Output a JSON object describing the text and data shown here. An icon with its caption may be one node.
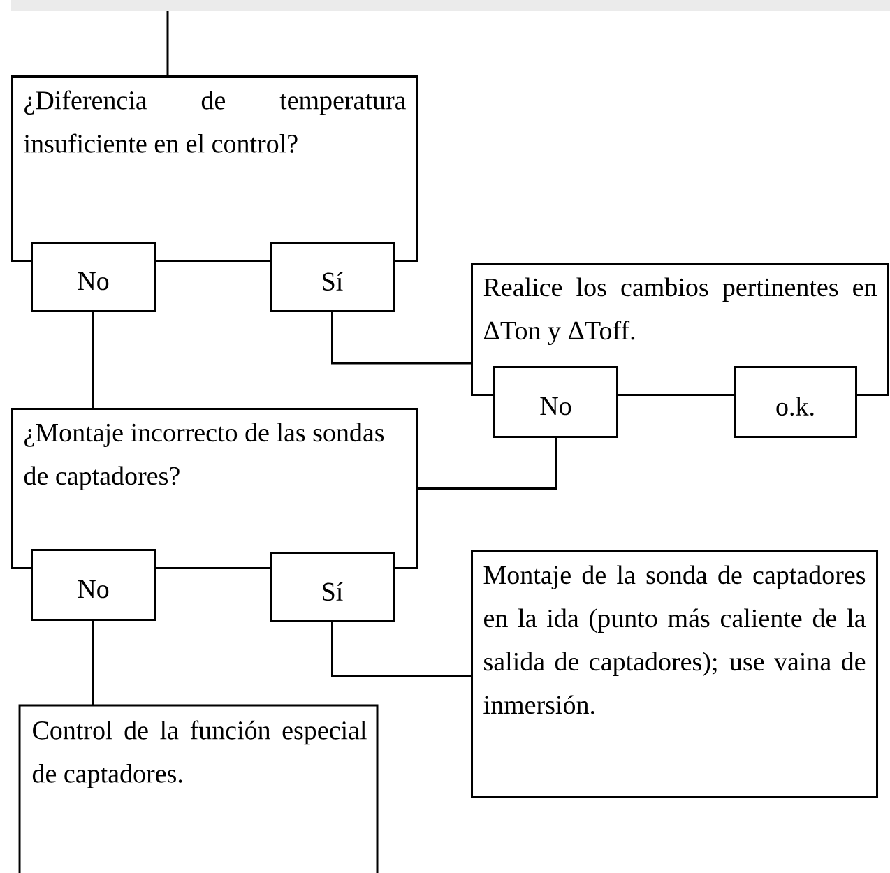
{
  "diagram": {
    "nodes": [
      {
        "text": [
          "¿Diferencia de temperatura insuficiente en el control?"
        ]
      },
      {
        "text": [
          "No"
        ]
      },
      {
        "text": [
          "Sí"
        ]
      },
      {
        "text": [
          "Realice los cambios pertinentes en ΔTon y ΔToff."
        ]
      },
      {
        "text": [
          "No"
        ]
      },
      {
        "text": [
          "o.k."
        ]
      },
      {
        "text": [
          "¿Montaje incorrecto de las sondas de captadores?"
        ]
      },
      {
        "text": [
          "No"
        ]
      },
      {
        "text": [
          "Sí"
        ]
      },
      {
        "text": [
          "Montaje de la sonda de captadores en la ida (punto más caliente de la salida de captadores); use vaina de inmersión."
        ]
      },
      {
        "text": [
          "Control de la función especial de captadores."
        ]
      }
    ],
    "edges": [
      {
        "from": null,
        "to": 0,
        "arrow": "none"
      },
      {
        "from": 1,
        "to": 6,
        "arrow": "none"
      },
      {
        "from": 2,
        "to": 3,
        "arrow": "none"
      },
      {
        "from": 4,
        "to": 6,
        "arrow": "none"
      },
      {
        "from": 7,
        "to": 10,
        "arrow": "none"
      },
      {
        "from": 8,
        "to": 9,
        "arrow": "none"
      }
    ]
  }
}
